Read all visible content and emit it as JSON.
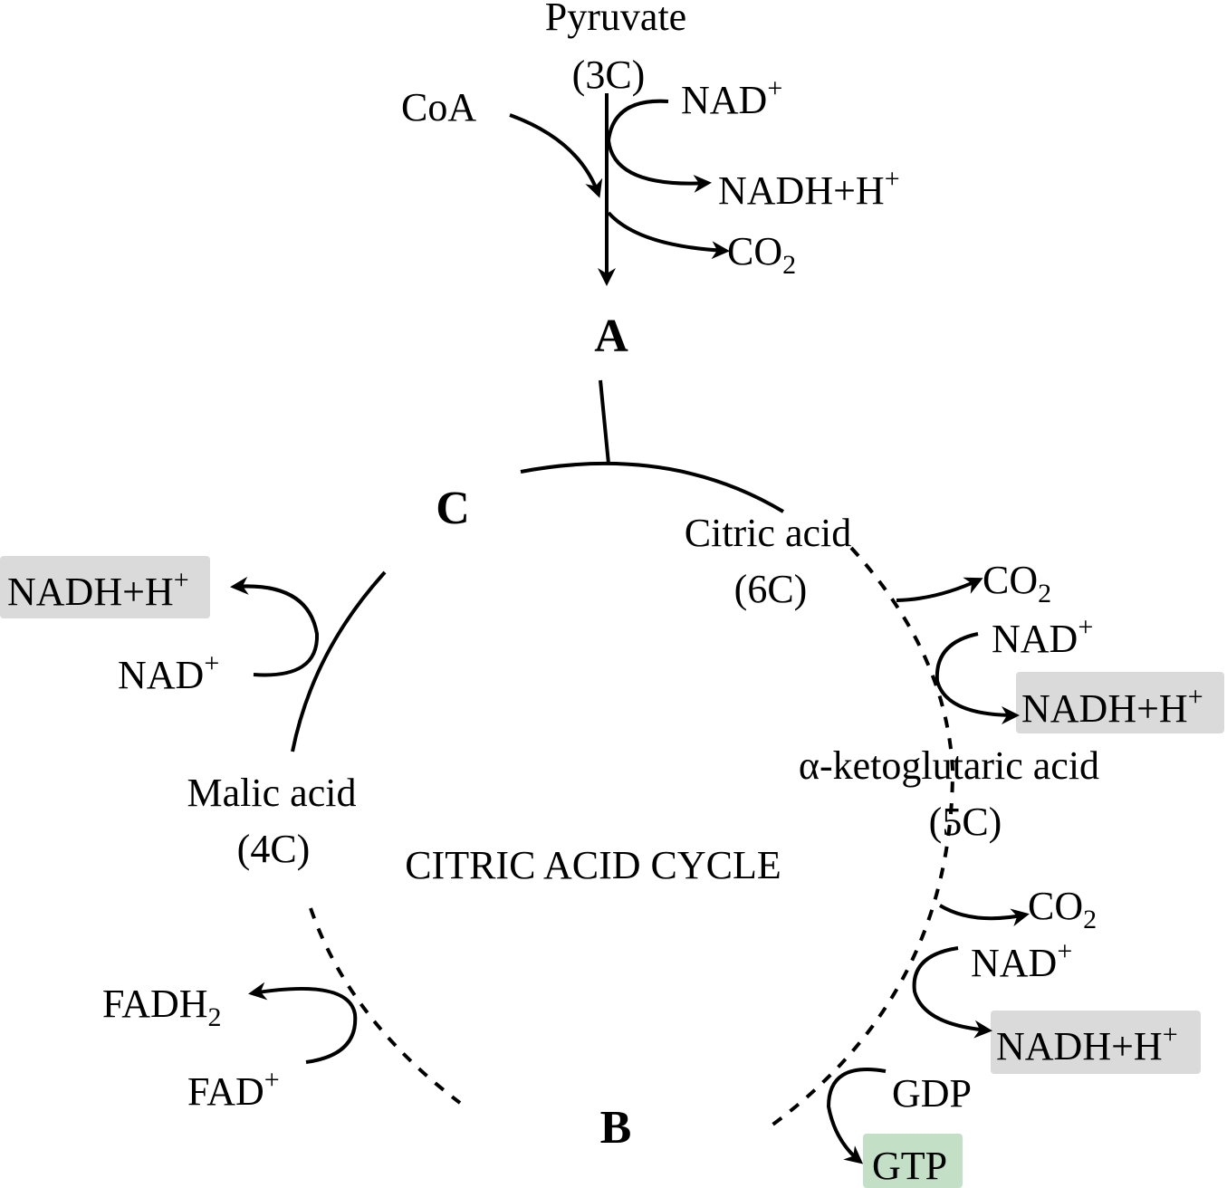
{
  "colors": {
    "highlight_gray": "#dadada",
    "highlight_green": "#c3dfc6"
  },
  "top": {
    "pyruvate": "Pyruvate",
    "pyruvate_carbons": "(3C)",
    "coa": "CoA",
    "nad": "NAD",
    "nad_sup": "+",
    "nadh": "NADH+H",
    "nadh_sup": "+",
    "co2": "CO",
    "co2_sub": "2",
    "label_a": "A"
  },
  "cycle": {
    "title": "CITRIC ACID CYCLE",
    "label_b": "B",
    "label_c": "C",
    "citric": "Citric acid",
    "citric_carbons": "(6C)",
    "akg": "α-ketoglutaric acid",
    "akg_carbons": "(5C)",
    "malic": "Malic acid",
    "malic_carbons": "(4C)"
  },
  "right": {
    "co2_1": "CO",
    "co2_1_sub": "2",
    "nad_1": "NAD",
    "nad_1_sup": "+",
    "nadh_1": "NADH+H",
    "nadh_1_sup": "+",
    "co2_2": "CO",
    "co2_2_sub": "2",
    "nad_2": "NAD",
    "nad_2_sup": "+",
    "nadh_2": "NADH+H",
    "nadh_2_sup": "+",
    "gdp": "GDP",
    "gtp": "GTP"
  },
  "left": {
    "nadh": "NADH+H",
    "nadh_sup": "+",
    "nad": "NAD",
    "nad_sup": "+",
    "fadh": "FADH",
    "fadh_sub": "2",
    "fad": "FAD",
    "fad_sup": "+"
  }
}
